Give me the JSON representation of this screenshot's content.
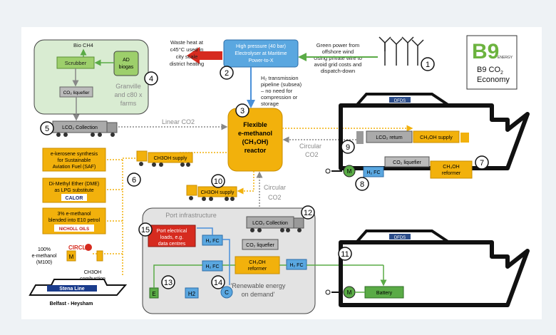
{
  "logo": {
    "mark": "B9",
    "sub": "ENERGY",
    "title_line1": "B9 CO",
    "title_sub": "2",
    "title_line2": "Economy"
  },
  "top": {
    "waste_heat": [
      "Waste heat at",
      "c45°C used in",
      "city scale",
      "district heating"
    ],
    "electrolyser": [
      "High pressure (40 bar)",
      "Electrolyser at Maritime",
      "Power-to-X"
    ],
    "green_power": [
      "Green power from",
      "offshore wind",
      "Using private wire to",
      "avoid grid costs and",
      "dispatch-down"
    ],
    "pipeline": [
      "H₂ transmission",
      "pipeline (subsea)",
      "– no need for",
      "compression or",
      "storage"
    ]
  },
  "farm": {
    "bio_ch4": "Bio CH4",
    "scrubber": "Scrubber",
    "ad_biogas": [
      "AD",
      "biogas"
    ],
    "liquefier": "CO₂ liquefier",
    "farm_label": [
      "Granville",
      "and c80 x",
      "farms"
    ]
  },
  "reactor": [
    "Flexible",
    "e-methanol",
    "(CH₃OH)",
    "reactor"
  ],
  "flows": {
    "linear": "Linear CO2",
    "circular_right": [
      "Circular",
      "CO2"
    ],
    "circular_down": [
      "Circular",
      "CO2"
    ]
  },
  "trucks": {
    "lco2_collection": "LCO₂ Collection",
    "ch3oh_supply_1": "CH3OH supply",
    "ch3oh_supply_2": "CH3OH supply",
    "lco2_collection_port": "LCO₂ Collection"
  },
  "products": {
    "kerosene": [
      "e-kerosene synthesis",
      "for Sustainable",
      "Aviation Fuel (SAF)"
    ],
    "dme": [
      "Di-Methyl Ether (DME)",
      "as LPG substitute"
    ],
    "calor": "CALOR",
    "blend": [
      "3% e-methanol",
      "blended into E10 petrol"
    ],
    "nicholl": "NICHOLL OILS"
  },
  "m100": {
    "brand": "CIRCLE",
    "label": [
      "100%",
      "e-methanol",
      "(M100)"
    ],
    "m": "M",
    "combustion": [
      "CH3OH",
      "combustion"
    ]
  },
  "ferry": {
    "brand": "Stena Line",
    "route": "Belfast - Heysham"
  },
  "ship1": {
    "brand": "DFDS",
    "lco2_return": "LCO₂ return",
    "ch3oh_supply": "CH₃OH supply",
    "co2_liquefier": "CO₂ liquefier",
    "reformer": [
      "CH₃OH",
      "reformer"
    ],
    "h2_fc": "H₂ FC",
    "motor": "M"
  },
  "ship2": {
    "brand": "DFDS",
    "motor": "M",
    "battery": "Battery"
  },
  "port": {
    "title": "Port infrastructure",
    "loads": [
      "Port electrical",
      "loads, e.g.",
      "data centres"
    ],
    "h2fc_a": "H₂ FC",
    "h2fc_b": "H₂ FC",
    "h2fc_c": "H₂ FC",
    "co2_liquefier": "CO₂ liquefier",
    "reformer": [
      "CH₃OH",
      "reformer"
    ],
    "renewable": [
      "'Renewable energy",
      "on demand'"
    ],
    "e_box": "E",
    "h2_box": "H2",
    "c_circle": "C"
  },
  "numbers": [
    "1",
    "2",
    "3",
    "4",
    "5",
    "6",
    "7",
    "8",
    "9",
    "10",
    "11",
    "12",
    "13",
    "14",
    "15"
  ]
}
